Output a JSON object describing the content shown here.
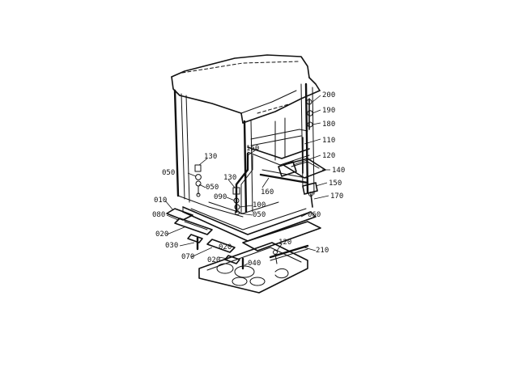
{
  "callouts": [
    {
      "id": "c200",
      "text": "200"
    },
    {
      "id": "c190",
      "text": "190"
    },
    {
      "id": "c180",
      "text": "180"
    },
    {
      "id": "c110",
      "text": "110"
    },
    {
      "id": "c120",
      "text": "120"
    },
    {
      "id": "c140",
      "text": "140"
    },
    {
      "id": "c150a",
      "text": "150"
    },
    {
      "id": "c150b",
      "text": "150"
    },
    {
      "id": "c170",
      "text": "170"
    },
    {
      "id": "c160",
      "text": "160"
    },
    {
      "id": "c130a",
      "text": "130"
    },
    {
      "id": "c130b",
      "text": "130"
    },
    {
      "id": "c050a",
      "text": "050"
    },
    {
      "id": "c050b",
      "text": "050"
    },
    {
      "id": "c050c",
      "text": "050"
    },
    {
      "id": "c090",
      "text": "090"
    },
    {
      "id": "c100",
      "text": "100"
    },
    {
      "id": "c010",
      "text": "010"
    },
    {
      "id": "c080",
      "text": "080"
    },
    {
      "id": "c060",
      "text": "060"
    },
    {
      "id": "c020a",
      "text": "020"
    },
    {
      "id": "c020b",
      "text": "020"
    },
    {
      "id": "c020c",
      "text": "020"
    },
    {
      "id": "c030",
      "text": "030"
    },
    {
      "id": "c070",
      "text": "070"
    },
    {
      "id": "c040",
      "text": "040"
    },
    {
      "id": "c120b",
      "text": "120"
    },
    {
      "id": "c210",
      "text": "210"
    }
  ]
}
